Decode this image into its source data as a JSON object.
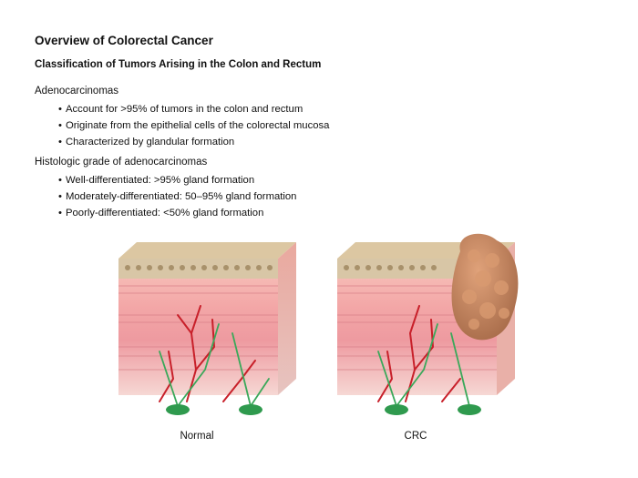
{
  "title": "Overview of Colorectal Cancer",
  "subtitle": "Classification of Tumors Arising in the Colon and Rectum",
  "sections": [
    {
      "heading": "Adenocarcinomas",
      "bullets": [
        "Account for >95% of tumors in the colon and rectum",
        "Originate from the epithelial cells of the colorectal mucosa",
        "Characterized by glandular formation"
      ]
    },
    {
      "heading": "Histologic grade of adenocarcinomas",
      "bullets": [
        "Well-differentiated: >95% gland formation",
        "Moderately-differentiated: 50–95% gland formation",
        "Poorly-differentiated: <50% gland formation"
      ]
    }
  ],
  "figures": [
    {
      "caption": "Normal"
    },
    {
      "caption": "CRC"
    }
  ],
  "colors": {
    "tissue_top": "#f3a7a7",
    "tissue_deep": "#e9868f",
    "epithelium": "#d9c8a8",
    "artery": "#c8202a",
    "nerve": "#3aa85a",
    "tumor": "#c98a62"
  }
}
